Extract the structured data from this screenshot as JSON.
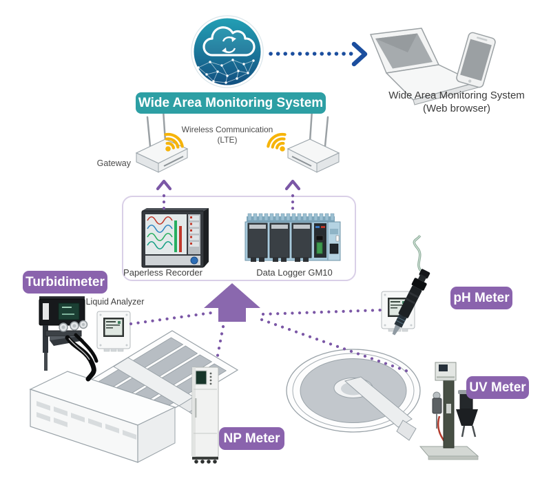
{
  "title_banner": "Wide Area Monitoring System",
  "web_access": {
    "line1": "Wide Area Monitoring System",
    "line2": "(Web browser)"
  },
  "wireless": {
    "line1": "Wireless Communication",
    "line2": "(LTE)"
  },
  "gateway_label": "Gateway",
  "recorders": {
    "paperless_recorder": "Paperless Recorder",
    "data_logger": "Data Logger GM10"
  },
  "instruments": {
    "liquid_analyzer": "Liquid Analyzer",
    "turbidimeter": "Turbidimeter",
    "ph_meter": "pH Meter",
    "uv_meter": "UV Meter",
    "np_meter": "NP Meter"
  },
  "icons": {
    "cloud": "cloud-sync-network-icon",
    "laptop": "laptop-icon",
    "smartphone": "smartphone-icon",
    "router": "wireless-router-icon",
    "wifi": "wifi-signal-icon",
    "arrow_up": "up-arrow-icon"
  },
  "colors": {
    "banner_teal": "#2D9FA4",
    "badge_purple": "#8A63AD",
    "big_arrow_purple": "#8A68AE",
    "dotted_purple": "#7B57A6",
    "dotted_blue": "#1B4E9E",
    "wifi_yellow": "#F6B40A",
    "cloud_gradient_top": "#23A0B5",
    "cloud_gradient_bottom": "#124F80"
  }
}
